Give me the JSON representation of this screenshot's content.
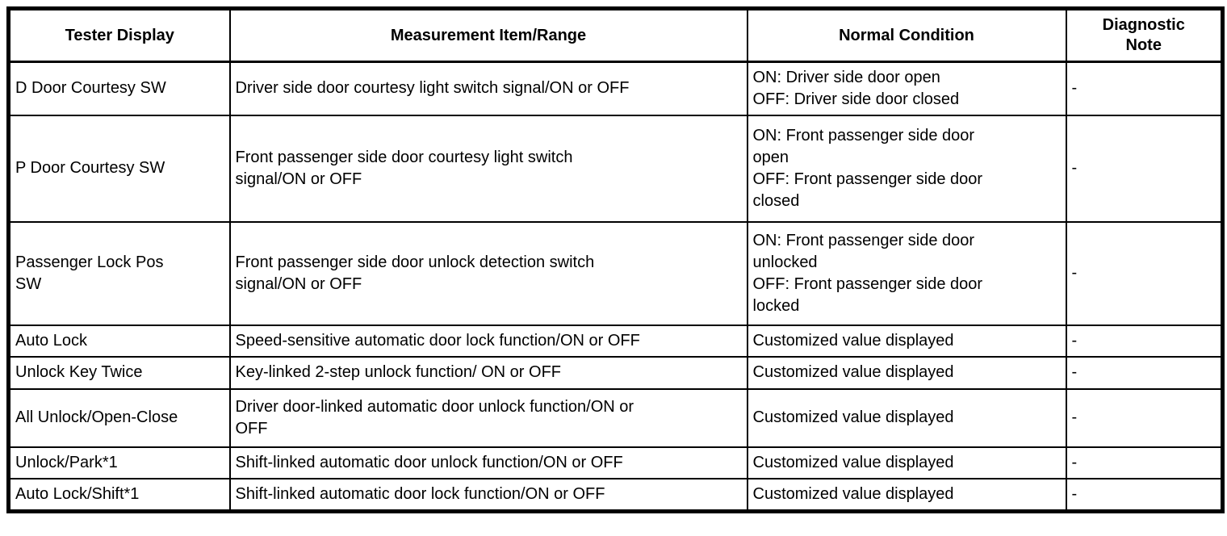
{
  "colors": {
    "border": "#000000",
    "background": "#ffffff",
    "text": "#000000"
  },
  "table": {
    "headers": {
      "tester_display": "Tester Display",
      "measurement": "Measurement Item/Range",
      "normal_condition": "Normal Condition",
      "diagnostic_note": "Diagnostic\nNote"
    },
    "rows": [
      {
        "tester": "D Door Courtesy SW",
        "measurement": "Driver side door courtesy light switch signal/ON or OFF",
        "normal": "ON: Driver side door open\nOFF: Driver side door closed",
        "note": "-"
      },
      {
        "tester": "P Door Courtesy SW",
        "measurement": "Front passenger side door courtesy light switch\nsignal/ON or OFF",
        "normal": "ON: Front passenger side door\nopen\nOFF: Front passenger side door\nclosed",
        "note": "-"
      },
      {
        "tester": "Passenger Lock Pos\nSW",
        "measurement": "Front passenger side door unlock detection switch\nsignal/ON or OFF",
        "normal": "ON: Front passenger side door\nunlocked\nOFF: Front passenger side door\nlocked",
        "note": "-"
      },
      {
        "tester": "Auto Lock",
        "measurement": "Speed-sensitive automatic door lock function/ON or OFF",
        "normal": "Customized value displayed",
        "note": "-"
      },
      {
        "tester": "Unlock Key Twice",
        "measurement": "Key-linked 2-step unlock function/ ON or OFF",
        "normal": "Customized value displayed",
        "note": "-"
      },
      {
        "tester": "All Unlock/Open-Close",
        "measurement": "Driver door-linked automatic door unlock function/ON or\nOFF",
        "normal": "Customized value displayed",
        "note": "-"
      },
      {
        "tester": "Unlock/Park*1",
        "measurement": "Shift-linked automatic door unlock function/ON or OFF",
        "normal": "Customized value displayed",
        "note": "-"
      },
      {
        "tester": "Auto Lock/Shift*1",
        "measurement": "Shift-linked automatic door lock function/ON or OFF",
        "normal": "Customized value displayed",
        "note": "-"
      }
    ]
  }
}
